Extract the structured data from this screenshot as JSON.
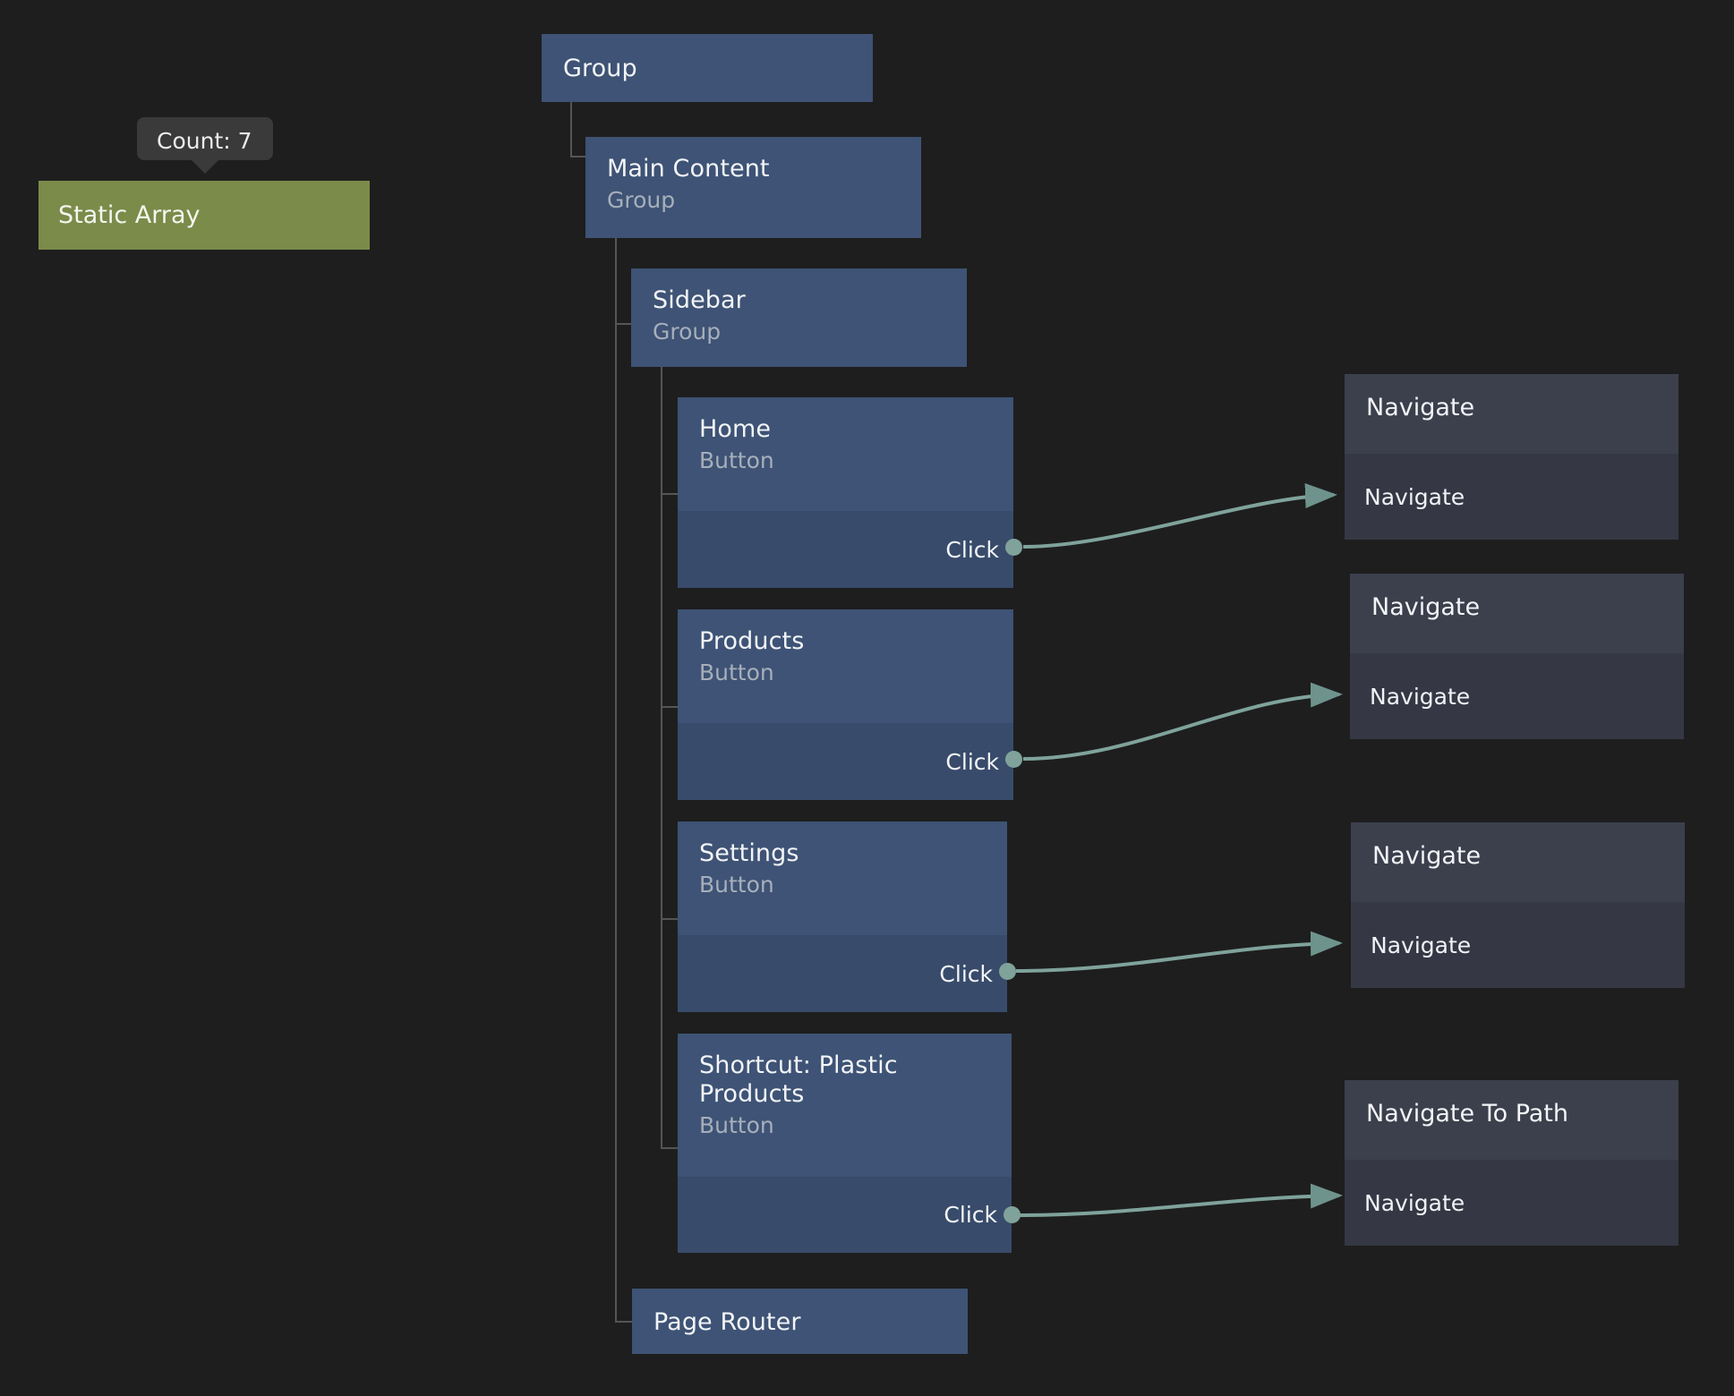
{
  "canvas": {
    "background": "#1e1e1e",
    "edge_color": "#7fa39b",
    "tree_node_header_color": "#3e5375",
    "tree_node_body_color": "#384b6b",
    "action_node_header_color": "#3c3f4c",
    "action_node_body_color": "#353844",
    "array_node_color": "#7b8b4a",
    "connector_line_color": "#555555"
  },
  "tooltip": {
    "text": "Count: 7"
  },
  "array_node": {
    "title": "Static Array"
  },
  "tree": {
    "root": {
      "title": "Group",
      "subtitle": ""
    },
    "main_content": {
      "title": "Main Content",
      "subtitle": "Group"
    },
    "sidebar": {
      "title": "Sidebar",
      "subtitle": "Group"
    },
    "page_router": {
      "title": "Page Router",
      "subtitle": ""
    },
    "buttons": [
      {
        "title": "Home",
        "subtitle": "Button",
        "port_label": "Click"
      },
      {
        "title": "Products",
        "subtitle": "Button",
        "port_label": "Click"
      },
      {
        "title": "Settings",
        "subtitle": "Button",
        "port_label": "Click"
      },
      {
        "title": "Shortcut: Plastic Products",
        "subtitle": "Button",
        "port_label": "Click"
      }
    ]
  },
  "actions": [
    {
      "title": "Navigate",
      "input_label": "Navigate"
    },
    {
      "title": "Navigate",
      "input_label": "Navigate"
    },
    {
      "title": "Navigate",
      "input_label": "Navigate"
    },
    {
      "title": "Navigate To Path",
      "input_label": "Navigate"
    }
  ]
}
